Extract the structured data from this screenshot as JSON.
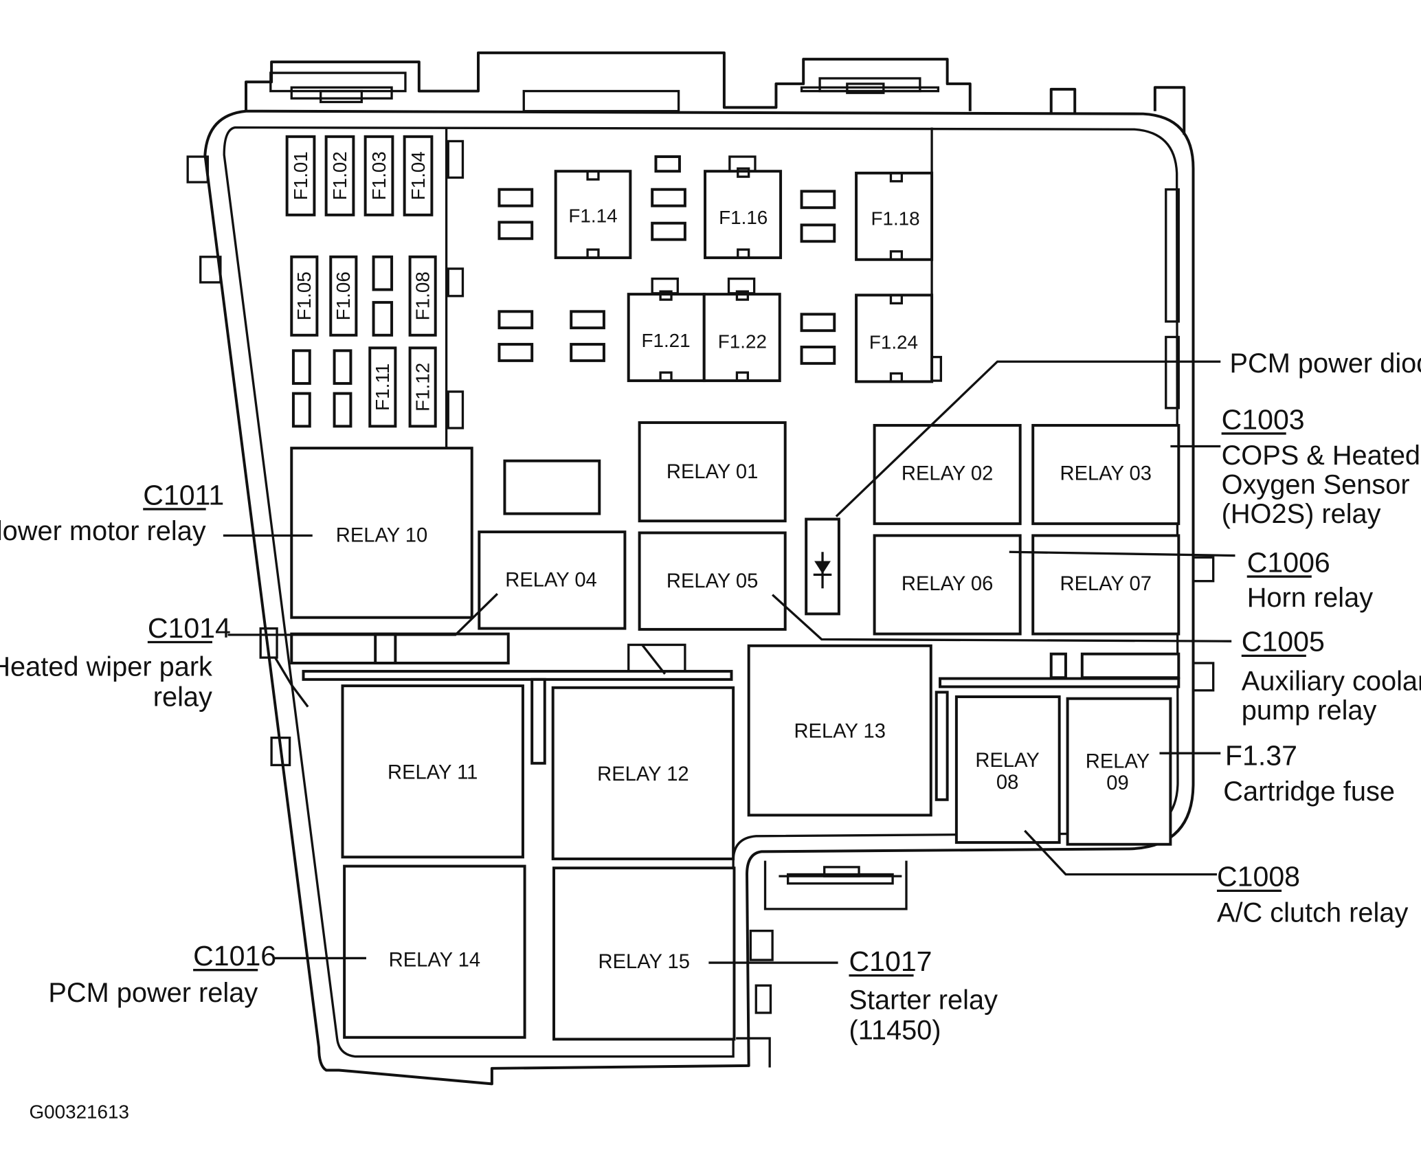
{
  "figure_id": "G00321613",
  "fuses": {
    "f101": "F1.01",
    "f102": "F1.02",
    "f103": "F1.03",
    "f104": "F1.04",
    "f105": "F1.05",
    "f106": "F1.06",
    "f108": "F1.08",
    "f111": "F1.11",
    "f112": "F1.12",
    "f114": "F1.14",
    "f116": "F1.16",
    "f118": "F1.18",
    "f121": "F1.21",
    "f122": "F1.22",
    "f124": "F1.24"
  },
  "relays": {
    "r01": "RELAY 01",
    "r02": "RELAY 02",
    "r03": "RELAY 03",
    "r04": "RELAY 04",
    "r05": "RELAY 05",
    "r06": "RELAY 06",
    "r07": "RELAY 07",
    "r08a": "RELAY",
    "r08b": "08",
    "r09a": "RELAY",
    "r09b": "09",
    "r10": "RELAY 10",
    "r11": "RELAY 11",
    "r12": "RELAY 12",
    "r13": "RELAY 13",
    "r14": "RELAY 14",
    "r15": "RELAY 15"
  },
  "callouts": {
    "pcm_diode": "PCM power diode",
    "c1003_code": "C1003",
    "c1003_l1": "COPS & Heated",
    "c1003_l2": "Oxygen Sensor",
    "c1003_l3": "(HO2S) relay",
    "c1006_code": "C1006",
    "c1006_l1": "Horn relay",
    "c1005_code": "C1005",
    "c1005_l1": "Auxiliary coolant",
    "c1005_l2": "pump relay",
    "f137_code": "F1.37",
    "f137_l1": "Cartridge fuse",
    "c1008_code": "C1008",
    "c1008_l1": "A/C clutch relay",
    "c1017_code": "C1017",
    "c1017_l1": "Starter relay",
    "c1017_l2": "(11450)",
    "c1011_code": "C1011",
    "c1011_l1": "Blower motor relay",
    "c1014_code": "C1014",
    "c1014_l1": "Heated wiper park",
    "c1014_l2": "relay",
    "c1016_code": "C1016",
    "c1016_l1": "PCM power relay"
  }
}
